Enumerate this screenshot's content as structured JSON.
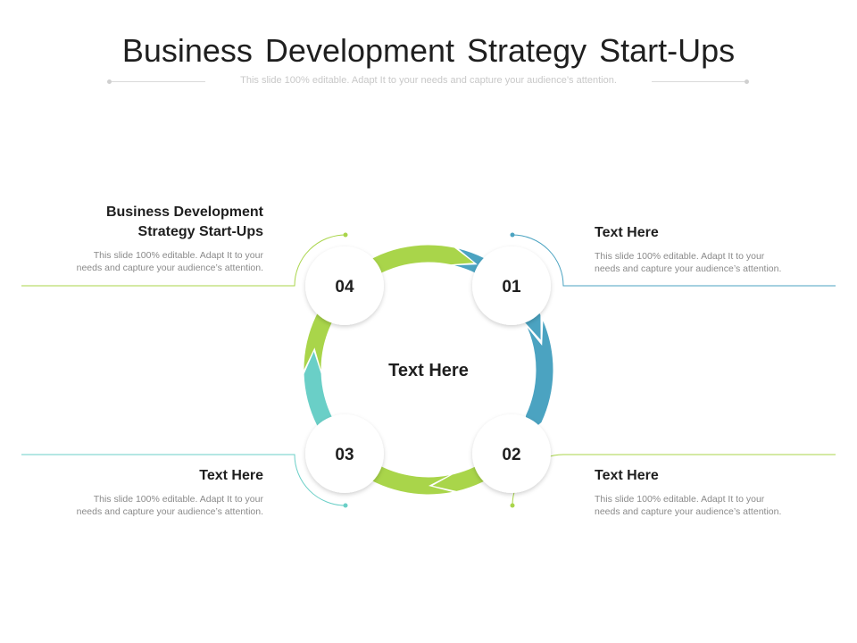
{
  "slide": {
    "title": "Business Development Strategy Start-Ups",
    "subtitle": "This slide 100% editable. Adapt  It to your needs and capture your audience’s attention."
  },
  "diagram": {
    "center_label": "Text Here",
    "colors": {
      "blue": "#4ba3c1",
      "green": "#a9d54a",
      "teal": "#6acfc7",
      "node_fill": "#ffffff"
    },
    "nodes": [
      {
        "number": "01",
        "color": "#4ba3c1"
      },
      {
        "number": "02",
        "color": "#a9d54a"
      },
      {
        "number": "03",
        "color": "#6acfc7"
      },
      {
        "number": "04",
        "color": "#a9d54a"
      }
    ]
  },
  "blocks": {
    "top_left": {
      "title_line1": "Business Development",
      "title_line2": "Strategy Start-Ups",
      "body_line1": "This slide 100% editable. Adapt  It to your",
      "body_line2": "needs and capture your audience’s attention."
    },
    "top_right": {
      "title": "Text Here",
      "body_line1": "This slide 100% editable. Adapt  It to your",
      "body_line2": "needs and capture your audience’s attention."
    },
    "bottom_left": {
      "title": "Text Here",
      "body_line1": "This slide 100% editable. Adapt  It to your",
      "body_line2": "needs and capture your audience’s attention."
    },
    "bottom_right": {
      "title": "Text Here",
      "body_line1": "This slide 100% editable. Adapt  It to your",
      "body_line2": "needs and capture your audience’s attention."
    }
  }
}
